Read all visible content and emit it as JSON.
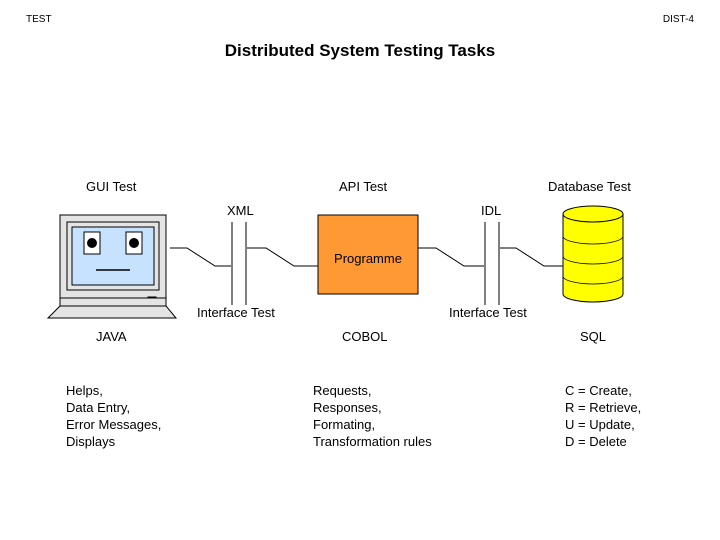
{
  "header": {
    "left": "TEST",
    "right": "DIST-4"
  },
  "title": "Distributed System Testing Tasks",
  "columns": {
    "gui": {
      "heading": "GUI Test",
      "lang": "JAVA",
      "notes": [
        "Helps,",
        "Data Entry,",
        "Error Messages,",
        "Displays"
      ]
    },
    "api": {
      "heading": "API Test",
      "lang": "COBOL",
      "notes": [
        "Requests,",
        "Responses,",
        "Formating,",
        "Transformation rules"
      ]
    },
    "db": {
      "heading": "Database Test",
      "lang": "SQL",
      "notes": [
        "C = Create,",
        "R = Retrieve,",
        "U = Update,",
        "D = Delete"
      ]
    }
  },
  "interfaces": {
    "left": {
      "protocol": "XML",
      "label": "Interface Test"
    },
    "right": {
      "protocol": "IDL",
      "label": "Interface Test"
    }
  },
  "programme": {
    "label": "Programme",
    "fill": "#ff9933"
  },
  "colors": {
    "screen": "#c6e2ff",
    "monitor": "#e4e4e4",
    "database": "#ffff00",
    "line": "#000000"
  }
}
